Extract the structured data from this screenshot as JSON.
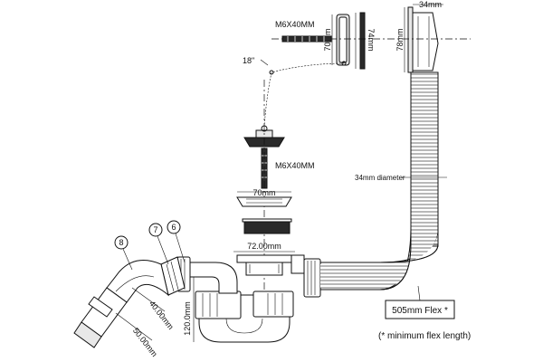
{
  "labels": {
    "screw_top": "M6X40MM",
    "screw_mid": "M6X40MM",
    "chain": "18\"",
    "dim_70_top": "70mm",
    "dim_74": "74mm",
    "dim_78": "78mm",
    "dim_34_top": "34mm",
    "flex_diameter": "34mm diameter",
    "dim_70_mid": "70mm",
    "dim_72": "72.00mm",
    "dim_120": "120.0mm",
    "dim_40": "40.00mm",
    "dim_50": "50.00mm",
    "flex_length": "505mm Flex *",
    "note": "(* minimum flex length)",
    "callout_6": "6",
    "callout_7": "7",
    "callout_8": "8"
  }
}
